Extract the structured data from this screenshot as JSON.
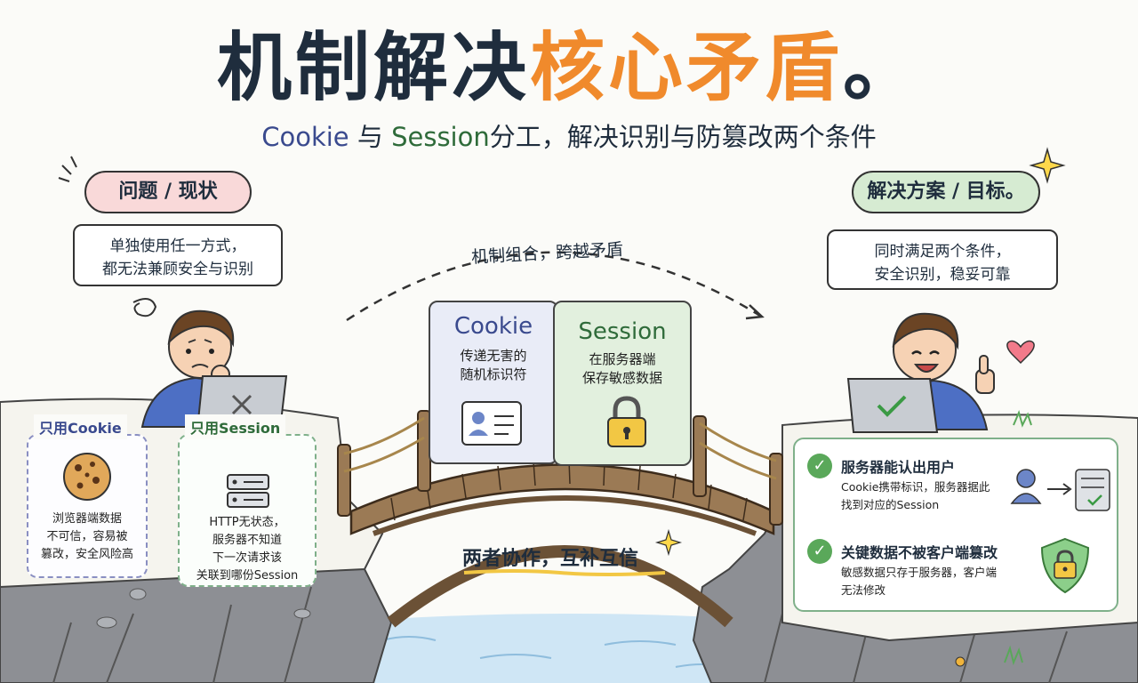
{
  "title": {
    "part1": "机制解决",
    "part2": "核心矛盾",
    "part3": "。"
  },
  "subtitle": {
    "cookie": "Cookie",
    "connector": " 与 ",
    "session": "Session",
    "rest": "分工，解决识别与防篡改两个条件"
  },
  "problem": {
    "label": "问题 / 现状",
    "speech_line1": "单独使用任一方式，",
    "speech_line2": "都无法兼顾安全与识别"
  },
  "solution": {
    "label": "解决方案 / 目标。",
    "speech_line1": "同时满足两个条件，",
    "speech_line2": "安全识别，稳妥可靠"
  },
  "cookie_only": {
    "tag": "只用Cookie",
    "line1": "浏览器端数据",
    "line2": "不可信，容易被",
    "line3": "篡改，安全风险高"
  },
  "session_only": {
    "tag": "只用Session",
    "line1": "HTTP无状态，",
    "line2": "服务器不知道",
    "line3": "下一次请求该",
    "line4": "关联到哪份Session"
  },
  "bridge": {
    "combo_label": "机制组合，跨越矛盾",
    "cooperate_label": "两者协作，互补互信"
  },
  "puzzle": {
    "cookie_title": "Cookie",
    "cookie_line1": "传递无害的",
    "cookie_line2": "随机标识符",
    "session_title": "Session",
    "session_line1": "在服务器端",
    "session_line2": "保存敏感数据"
  },
  "results": {
    "r1_heading": "服务器能认出用户",
    "r1_line1": "Cookie携带标识，服务器据此",
    "r1_line2": "找到对应的Session",
    "r2_heading": "关键数据不被客户端篡改",
    "r2_line1": "敏感数据只存于服务器，客户端",
    "r2_line2": "无法修改"
  },
  "colors": {
    "accent_orange": "#f08a2c",
    "cookie_blue": "#3a4a8e",
    "session_green": "#2f6b3a",
    "check_green": "#5aa85a"
  }
}
